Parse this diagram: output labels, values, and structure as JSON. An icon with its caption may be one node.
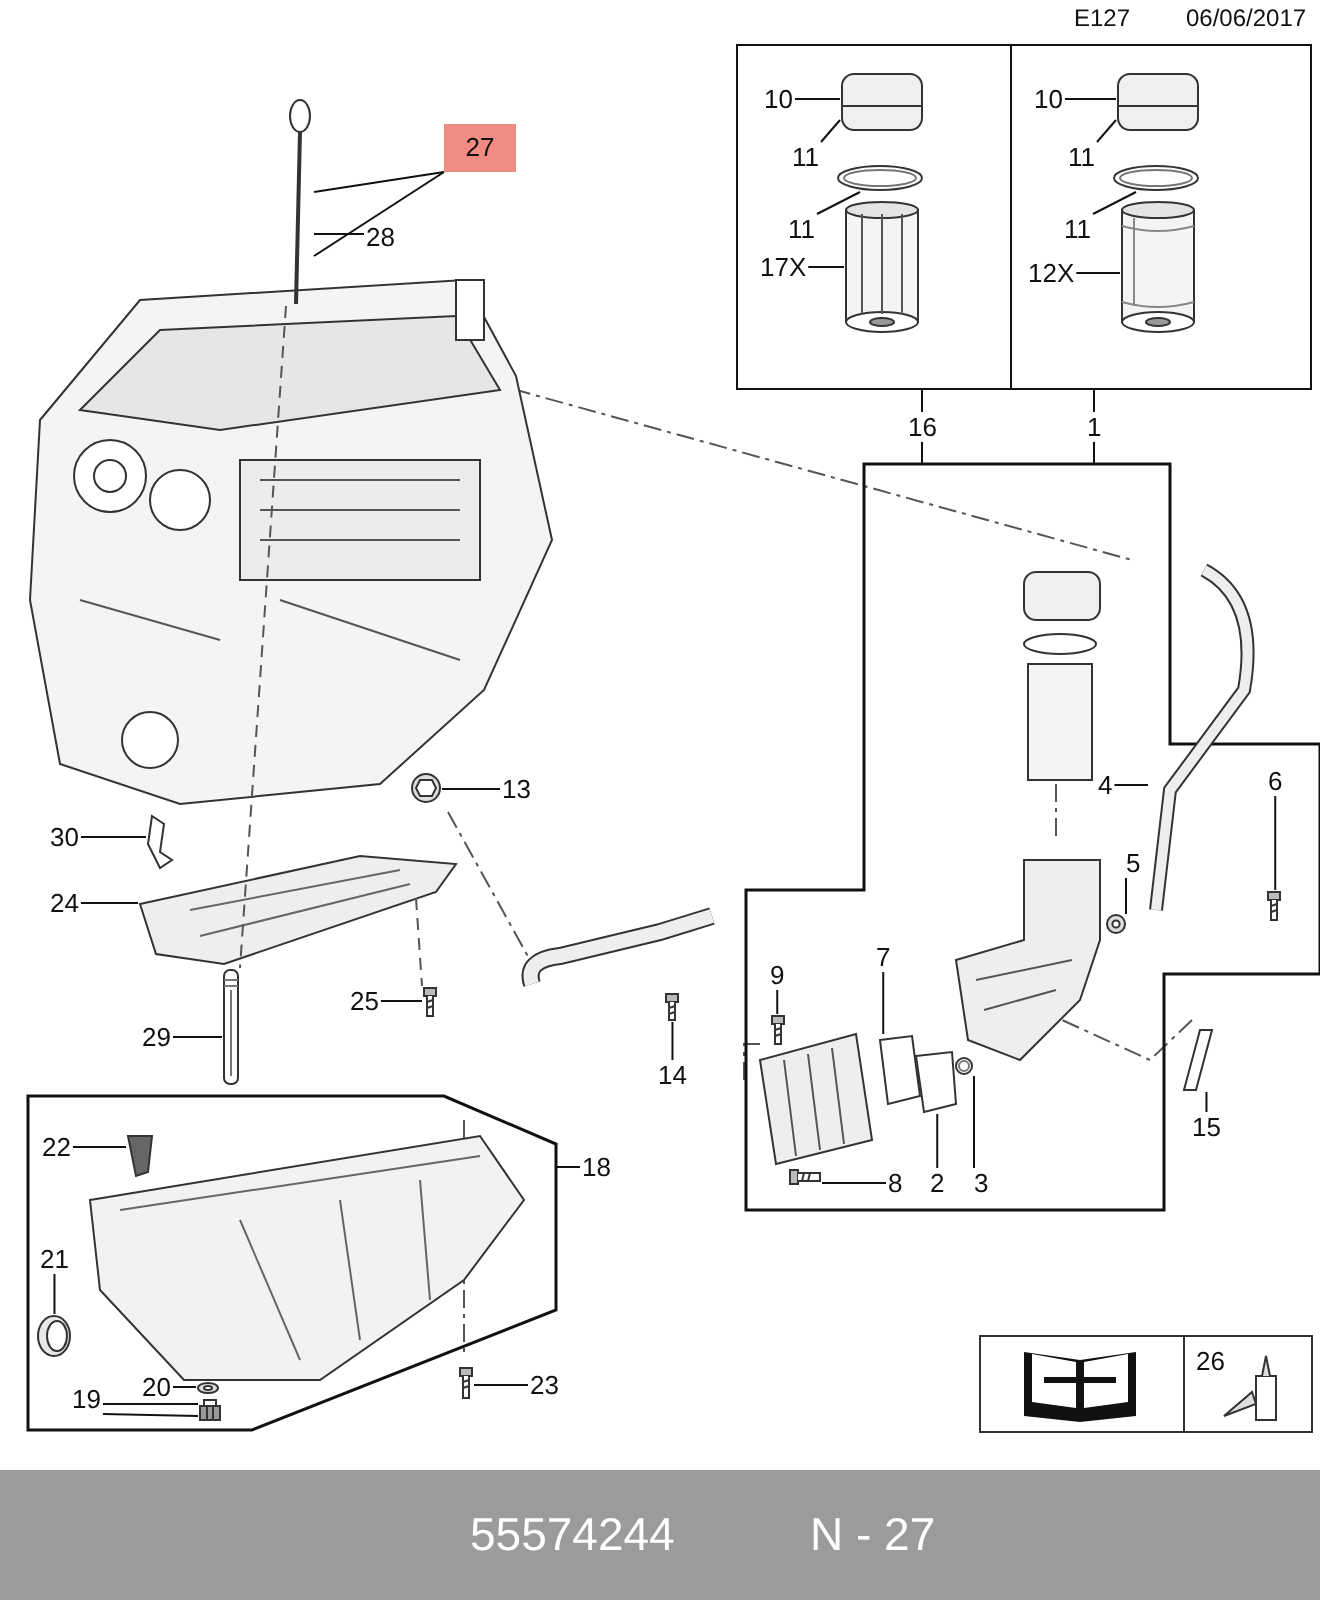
{
  "diagram": {
    "nodes": [
      {
        "text": [],
        "shape": "box"
      },
      {
        "text": [
          "10"
        ],
        "in": 0
      },
      {
        "text": [
          "11"
        ],
        "in": 0
      },
      {
        "text": [
          "11"
        ],
        "in": 0
      },
      {
        "text": [
          "17X"
        ],
        "in": 0
      },
      {
        "text": [],
        "shape": "box"
      },
      {
        "text": [
          "10"
        ],
        "in": 5
      },
      {
        "text": [
          "11"
        ],
        "in": 5
      },
      {
        "text": [
          "11"
        ],
        "in": 5
      },
      {
        "text": [
          "12X"
        ],
        "in": 5
      },
      {
        "text": [],
        "shape": "box"
      },
      {
        "text": [
          "4"
        ],
        "in": 10
      },
      {
        "text": [
          "5"
        ],
        "in": 10
      },
      {
        "text": [
          "6"
        ],
        "in": 10
      },
      {
        "text": [
          "7"
        ],
        "in": 10
      },
      {
        "text": [
          "9"
        ],
        "in": 10
      },
      {
        "text": [
          "8"
        ],
        "in": 10
      },
      {
        "text": [
          "2"
        ],
        "in": 10
      },
      {
        "text": [
          "3"
        ],
        "in": 10
      },
      {
        "text": [
          "27"
        ]
      },
      {
        "text": [
          "28"
        ]
      },
      {
        "text": [
          "13"
        ]
      },
      {
        "text": [
          "30"
        ]
      },
      {
        "text": [
          "24"
        ]
      },
      {
        "text": [
          "25"
        ]
      },
      {
        "text": [
          "29"
        ]
      },
      {
        "text": [
          "14"
        ]
      },
      {
        "text": [
          "15"
        ]
      },
      {
        "text": [],
        "shape": "box"
      },
      {
        "text": [
          "18"
        ]
      },
      {
        "text": [
          "22"
        ],
        "in": 28
      },
      {
        "text": [
          "21"
        ],
        "in": 28
      },
      {
        "text": [
          "20"
        ],
        "in": 28
      },
      {
        "text": [
          "19"
        ],
        "in": 28
      },
      {
        "text": [
          "23"
        ],
        "in": 28
      },
      {
        "text": [],
        "shape": "picture",
        "in": 0
      },
      {
        "text": [],
        "shape": "picture",
        "in": 0
      },
      {
        "text": [],
        "shape": "picture",
        "in": 0
      },
      {
        "text": [],
        "shape": "picture",
        "in": 5
      },
      {
        "text": [],
        "shape": "picture",
        "in": 5
      },
      {
        "text": [],
        "shape": "picture",
        "in": 5
      },
      {
        "text": [],
        "shape": "picture"
      },
      {
        "text": [],
        "shape": "picture",
        "in": 10
      },
      {
        "text": [],
        "shape": "picture",
        "in": 10
      },
      {
        "text": [],
        "shape": "picture",
        "in": 10
      },
      {
        "text": [],
        "shape": "picture",
        "in": 10
      },
      {
        "text": [],
        "shape": "picture",
        "in": 10
      },
      {
        "text": [],
        "shape": "picture",
        "in": 10
      },
      {
        "text": [],
        "shape": "picture",
        "in": 10
      },
      {
        "text": [],
        "shape": "picture"
      },
      {
        "text": [],
        "shape": "picture"
      },
      {
        "text": [],
        "shape": "picture"
      },
      {
        "text": [],
        "shape": "picture"
      },
      {
        "text": [],
        "shape": "picture"
      },
      {
        "text": [],
        "shape": "picture"
      },
      {
        "text": [],
        "shape": "picture"
      },
      {
        "text": [],
        "shape": "picture"
      },
      {
        "text": [],
        "shape": "picture",
        "in": 28
      },
      {
        "text": [],
        "shape": "picture",
        "in": 28
      },
      {
        "text": [],
        "shape": "picture",
        "in": 28
      },
      {
        "text": [],
        "shape": "picture",
        "in": 28
      },
      {
        "text": [],
        "shape": "picture",
        "in": 28
      }
    ],
    "edges": [
      {
        "from": 0,
        "to": 10,
        "arrow": "none",
        "label": "16"
      },
      {
        "from": 5,
        "to": 10,
        "arrow": "none",
        "label": "1"
      },
      {
        "from": 1,
        "to": 35,
        "arrow": "none"
      },
      {
        "from": 2,
        "to": 35,
        "arrow": "none"
      },
      {
        "from": 3,
        "to": 36,
        "arrow": "none"
      },
      {
        "from": 4,
        "to": 37,
        "arrow": "none"
      },
      {
        "from": 6,
        "to": 38,
        "arrow": "none"
      },
      {
        "from": 7,
        "to": 38,
        "arrow": "none"
      },
      {
        "from": 8,
        "to": 39,
        "arrow": "none"
      },
      {
        "from": 9,
        "to": 40,
        "arrow": "none"
      },
      {
        "from": 11,
        "to": 41,
        "arrow": "none"
      },
      {
        "from": 12,
        "to": 42,
        "arrow": "none"
      },
      {
        "from": 13,
        "to": 43,
        "arrow": "none"
      },
      {
        "from": 14,
        "to": 44,
        "arrow": "none"
      },
      {
        "from": 15,
        "to": 45,
        "arrow": "none"
      },
      {
        "from": 16,
        "to": 46,
        "arrow": "none"
      },
      {
        "from": 17,
        "to": 47,
        "arrow": "none"
      },
      {
        "from": 18,
        "to": 48,
        "arrow": "none"
      },
      {
        "from": 19,
        "to": 49,
        "arrow": "none"
      },
      {
        "from": 19,
        "to": 49,
        "arrow": "none"
      },
      {
        "from": 20,
        "to": 49,
        "arrow": "none"
      },
      {
        "from": 21,
        "to": 50,
        "arrow": "none"
      },
      {
        "from": 22,
        "to": 51,
        "arrow": "none"
      },
      {
        "from": 23,
        "to": 52,
        "arrow": "none"
      },
      {
        "from": 24,
        "to": 53,
        "arrow": "none"
      },
      {
        "from": 25,
        "to": 54,
        "arrow": "none"
      },
      {
        "from": 26,
        "to": 55,
        "arrow": "none"
      },
      {
        "from": 27,
        "to": 56,
        "arrow": "none"
      },
      {
        "from": 29,
        "to": 28,
        "arrow": "none"
      },
      {
        "from": 30,
        "to": 57,
        "arrow": "none"
      },
      {
        "from": 31,
        "to": 58,
        "arrow": "none"
      },
      {
        "from": 32,
        "to": 59,
        "arrow": "none"
      },
      {
        "from": 33,
        "to": 60,
        "arrow": "none"
      },
      {
        "from": 33,
        "to": 60,
        "arrow": "none"
      },
      {
        "from": 34,
        "to": 61,
        "arrow": "none"
      },
      {
        "from": 49,
        "to": 54,
        "arrow": "none",
        "style": "dashed",
        "color": "#555555"
      },
      {
        "from": 52,
        "to": 53,
        "arrow": "none",
        "style": "dashed",
        "color": "#555555"
      }
    ],
    "labels": [
      "E127",
      "06/06/2017",
      "26",
      "55574244",
      "N - 27"
    ]
  }
}
